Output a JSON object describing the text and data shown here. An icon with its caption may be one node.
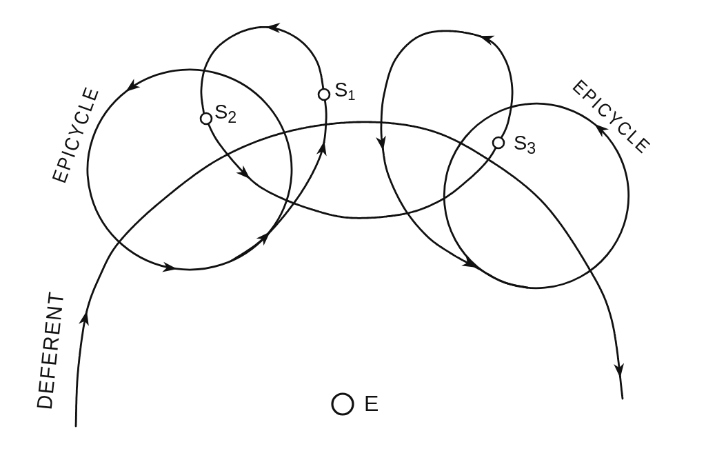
{
  "diagram": {
    "labels": [
      "EPICYCLE",
      "S$_{2}$",
      "S$_{1}$",
      "EPICYCLE",
      "S$_{3}$",
      "DEFERENT",
      "E"
    ]
  }
}
